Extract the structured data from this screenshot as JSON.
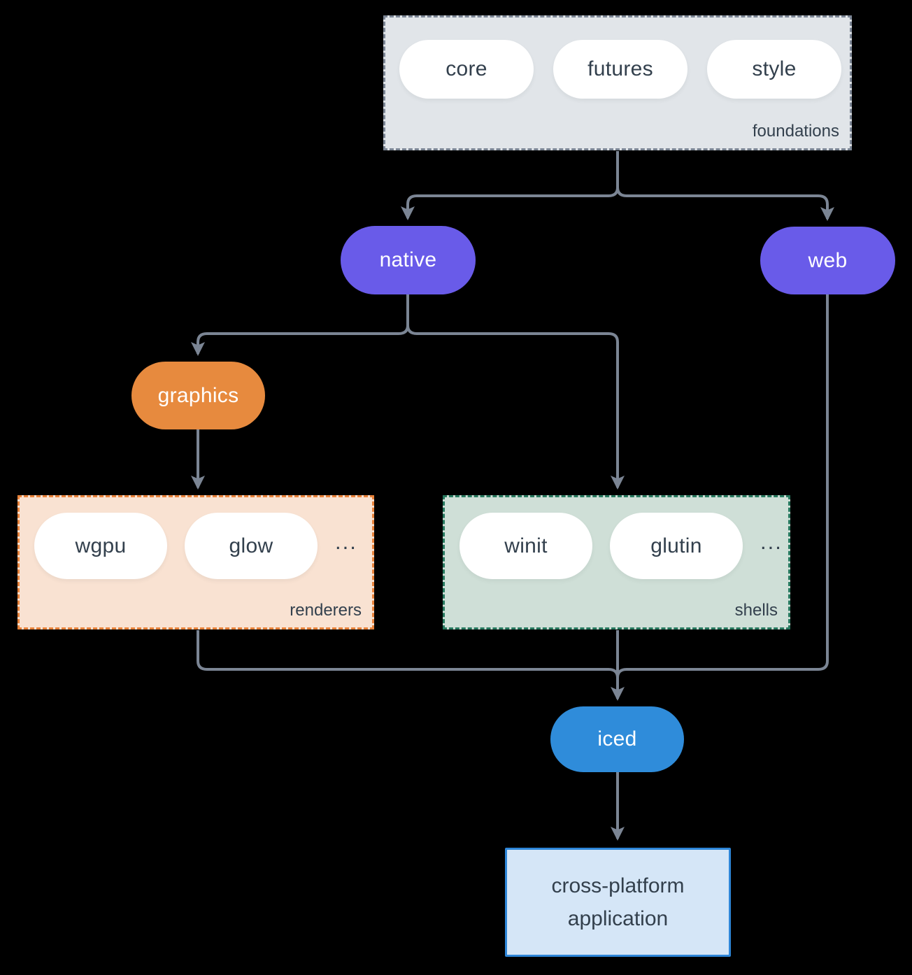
{
  "diagram": {
    "foundations": {
      "pills": [
        "core",
        "futures",
        "style"
      ],
      "caption": "foundations"
    },
    "native_label": "native",
    "web_label": "web",
    "graphics_label": "graphics",
    "renderers": {
      "pills": [
        "wgpu",
        "glow"
      ],
      "more": "...",
      "caption": "renderers"
    },
    "shells": {
      "pills": [
        "winit",
        "glutin"
      ],
      "more": "...",
      "caption": "shells"
    },
    "iced_label": "iced",
    "application_label": "cross-platform application"
  },
  "colors": {
    "canvas_bg": "#000000",
    "line_color": "#7b8594",
    "node_purple": "#695be9",
    "node_orange": "#e78a3e",
    "node_blue": "#2f8cda",
    "pill_bg": "#ffffff",
    "text_dark": "#33404d",
    "text_light": "#ffffff",
    "foundations_bg": "#e1e5e9",
    "foundations_border": "#7b8594",
    "renderers_bg": "#f9e2d2",
    "renderers_border": "#e8823a",
    "shells_bg": "#cfdfd7",
    "shells_border": "#27795f",
    "app_bg": "#d5e6f7",
    "app_border": "#2e86d8"
  }
}
